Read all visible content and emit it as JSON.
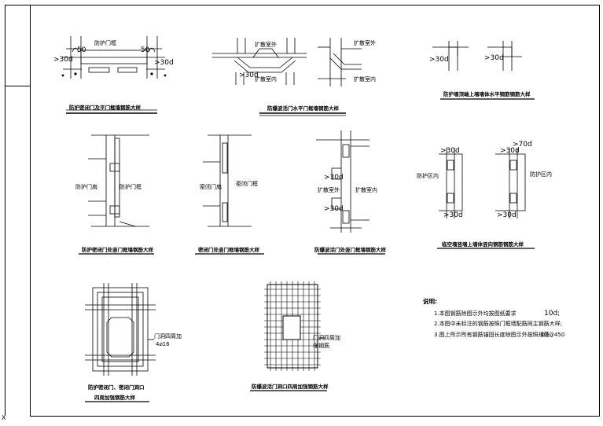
{
  "drawing": {
    "captions": {
      "d1": "防护密闭门及平门框墙钢筋大样",
      "d2": "防爆波活门水平门框墙钢筋大样",
      "d3": "防护墙顶端上墙墙体水平钢筋钢筋大样",
      "d4": "防护密闭门处竖门框墙钢筋大样",
      "d5": "密闭门处竖门框墙钢筋大样",
      "d6": "防爆波活门处竖门框墙钢筋大样",
      "d7": "临空墙竖墙上墙体竖向钢筋钢筋大样",
      "d8_line1": "防护密闭门、密闭门洞口",
      "d8_line2": "四周加强钢筋大样",
      "d9": "防爆波活门洞口四周加强钢筋大样"
    },
    "labels": {
      "door_frame_wall": "防护门框",
      "protective_door_frame": "防护门框",
      "protective_door_leaf": "防护门扇",
      "sealed_door_frame": "密闭门框",
      "sealed_door_leaf": "密闭门扇",
      "blast_valve_leaf": "扩散室外",
      "blast_valve_frame": "扩散室内",
      "protection_area": "防护区内",
      "opening_reinf_a": "门洞四周加",
      "opening_reinf_b": "强钢筋",
      "opening_reinf_c": "4⌀16"
    },
    "dims": {
      "gt30d": ">30d",
      "gt30d_b": ">30d",
      "gt50": "50",
      "gt70d": ">70d",
      "d50": "50"
    },
    "notes": {
      "heading": "说明:",
      "n1": "1.本图钢筋除图示外均按图纸要求",
      "n1_value": "10d;",
      "n2": "2.本图中未标注的钢筋按照门框墙配筋同主钢筋大样;",
      "n3": "3.图上所示所有钢筋锚固长度除图示外按照规范",
      "n3_value": "Φ8@450"
    }
  }
}
